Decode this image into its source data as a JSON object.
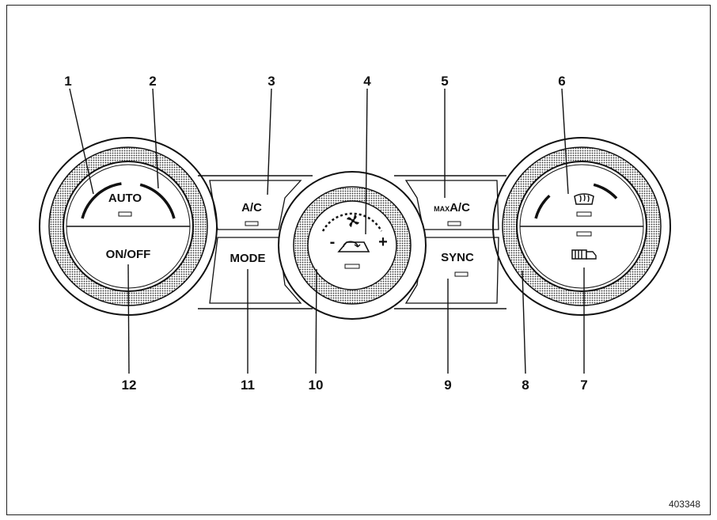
{
  "callouts": [
    "1",
    "2",
    "3",
    "4",
    "5",
    "6",
    "7",
    "8",
    "9",
    "10",
    "11",
    "12"
  ],
  "buttons": {
    "auto": "AUTO",
    "on_off": "ON/OFF",
    "ac": "A/C",
    "mode": "MODE",
    "max_prefix": "MAX",
    "max_ac": "A/C",
    "sync": "SYNC",
    "fan_minus": "-",
    "fan_plus": "+"
  },
  "icons": {
    "fan": "fan-icon",
    "recirculation": "air-recirculation-icon",
    "front_defroster": "front-defroster-icon",
    "rear_defogger": "rear-defogger-icon"
  },
  "figure_code": "403348"
}
